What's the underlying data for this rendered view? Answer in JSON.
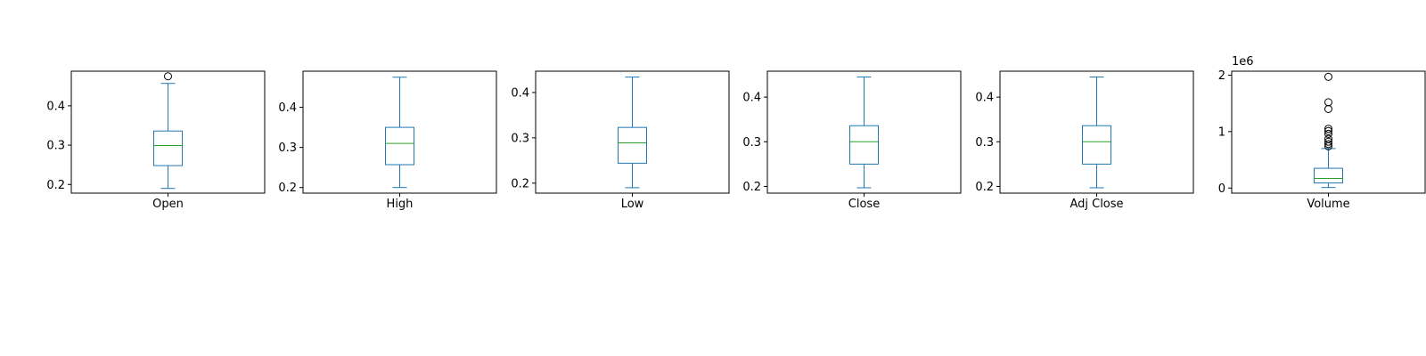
{
  "colors": {
    "box": "#1f77b4",
    "median": "#2ca02c",
    "axes": "#000000",
    "background": "#ffffff"
  },
  "chart_data": [
    {
      "type": "box",
      "categories": [
        "Open"
      ],
      "stats": {
        "whisker_low": 0.19,
        "q1": 0.248,
        "median": 0.299,
        "q3": 0.336,
        "whisker_high": 0.457
      },
      "outliers": [
        0.475
      ],
      "ylim": [
        0.178,
        0.488
      ],
      "yticks": [
        0.2,
        0.3,
        0.4
      ],
      "ytick_labels": [
        "0.2",
        "0.3",
        "0.4"
      ],
      "offset_label": ""
    },
    {
      "type": "box",
      "categories": [
        "High"
      ],
      "stats": {
        "whisker_low": 0.2,
        "q1": 0.257,
        "median": 0.31,
        "q3": 0.35,
        "whisker_high": 0.475
      },
      "outliers": [],
      "ylim": [
        0.186,
        0.49
      ],
      "yticks": [
        0.2,
        0.3,
        0.4
      ],
      "ytick_labels": [
        "0.2",
        "0.3",
        "0.4"
      ],
      "offset_label": ""
    },
    {
      "type": "box",
      "categories": [
        "Low"
      ],
      "stats": {
        "whisker_low": 0.19,
        "q1": 0.244,
        "median": 0.289,
        "q3": 0.323,
        "whisker_high": 0.434
      },
      "outliers": [],
      "ylim": [
        0.178,
        0.447
      ],
      "yticks": [
        0.2,
        0.3,
        0.4
      ],
      "ytick_labels": [
        "0.2",
        "0.3",
        "0.4"
      ],
      "offset_label": ""
    },
    {
      "type": "box",
      "categories": [
        "Close"
      ],
      "stats": {
        "whisker_low": 0.197,
        "q1": 0.25,
        "median": 0.3,
        "q3": 0.336,
        "whisker_high": 0.445
      },
      "outliers": [],
      "ylim": [
        0.185,
        0.458
      ],
      "yticks": [
        0.2,
        0.3,
        0.4
      ],
      "ytick_labels": [
        "0.2",
        "0.3",
        "0.4"
      ],
      "offset_label": ""
    },
    {
      "type": "box",
      "categories": [
        "Adj Close"
      ],
      "stats": {
        "whisker_low": 0.197,
        "q1": 0.25,
        "median": 0.3,
        "q3": 0.336,
        "whisker_high": 0.445
      },
      "outliers": [],
      "ylim": [
        0.185,
        0.458
      ],
      "yticks": [
        0.2,
        0.3,
        0.4
      ],
      "ytick_labels": [
        "0.2",
        "0.3",
        "0.4"
      ],
      "offset_label": ""
    },
    {
      "type": "box",
      "categories": [
        "Volume"
      ],
      "stats": {
        "whisker_low": 10000,
        "q1": 90000,
        "median": 170000,
        "q3": 350000,
        "whisker_high": 700000
      },
      "outliers": [
        740000,
        780000,
        820000,
        870000,
        960000,
        1010000,
        1050000,
        1400000,
        1520000,
        1970000
      ],
      "ylim": [
        -90000,
        2070000
      ],
      "yticks": [
        0,
        1000000,
        2000000
      ],
      "ytick_labels": [
        "0",
        "1",
        "2"
      ],
      "offset_label": "1e6"
    }
  ]
}
